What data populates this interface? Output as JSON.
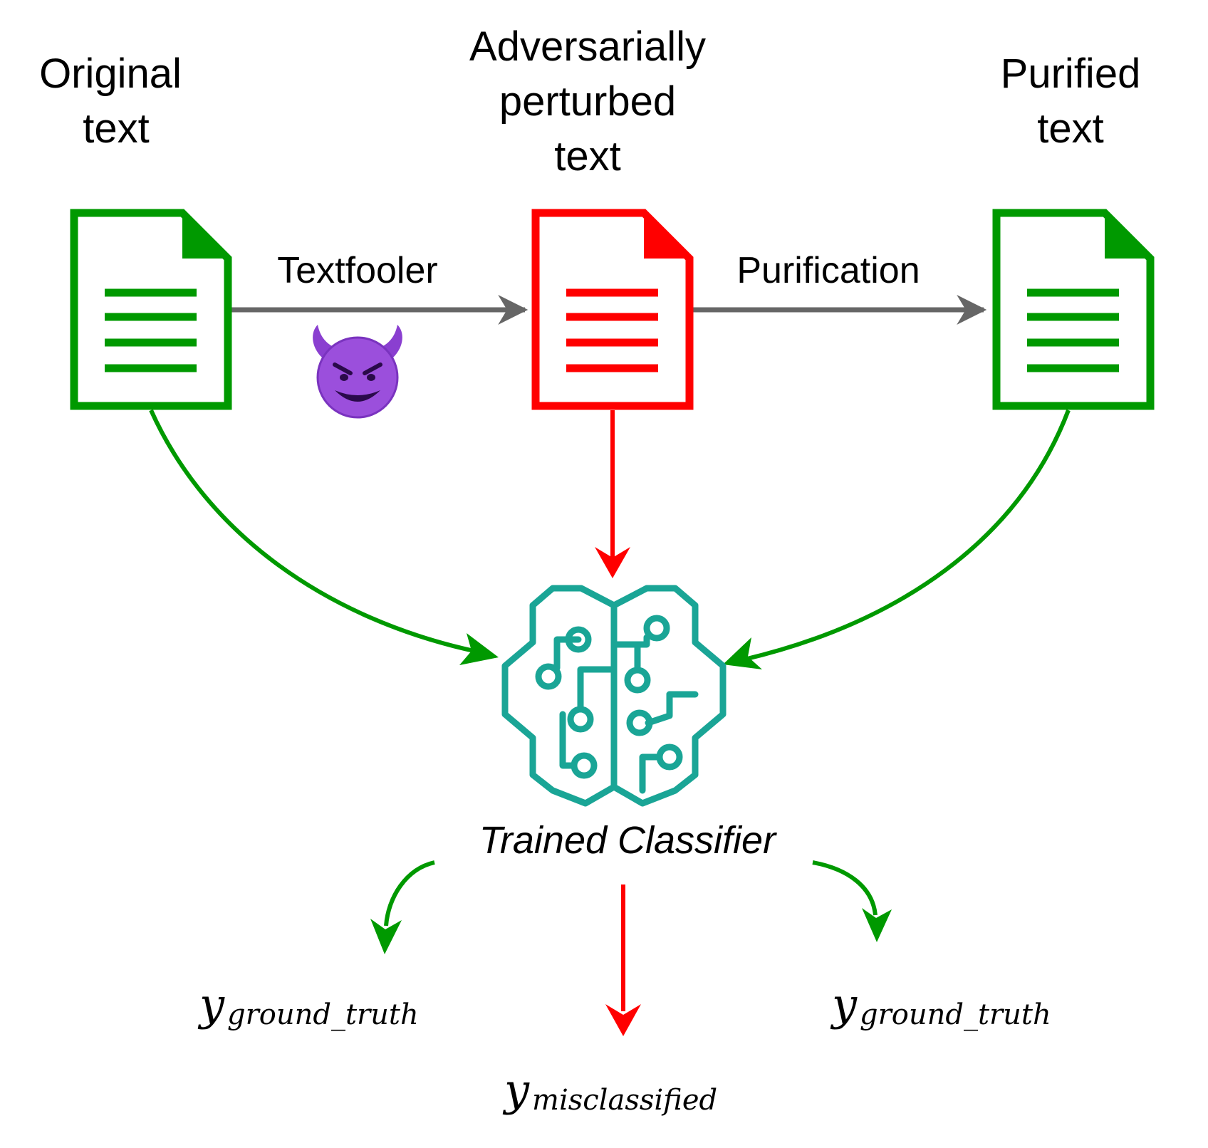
{
  "titles": {
    "original": [
      "Original",
      "text"
    ],
    "adversarial": [
      "Adversarially",
      "perturbed",
      "text"
    ],
    "purified": [
      "Purified",
      "text"
    ]
  },
  "edges": {
    "attack_label": "Textfooler",
    "purification_label": "Purification"
  },
  "classifier": {
    "label": "Trained Classifier"
  },
  "outputs": {
    "left": {
      "main": "y",
      "sub": "ground_truth"
    },
    "center": {
      "main": "y",
      "sub": "misclassified"
    },
    "right": {
      "main": "y",
      "sub": "ground_truth"
    }
  },
  "icons": {
    "documents": "document-icon",
    "attacker": "smiling-devil-icon",
    "classifier": "brain-circuit-icon"
  },
  "colors": {
    "clean": "#009900",
    "adversarial": "#ff0000",
    "neutral_arrow": "#666666",
    "classifier": "#1aa596",
    "devil": "#8a3fd0"
  }
}
